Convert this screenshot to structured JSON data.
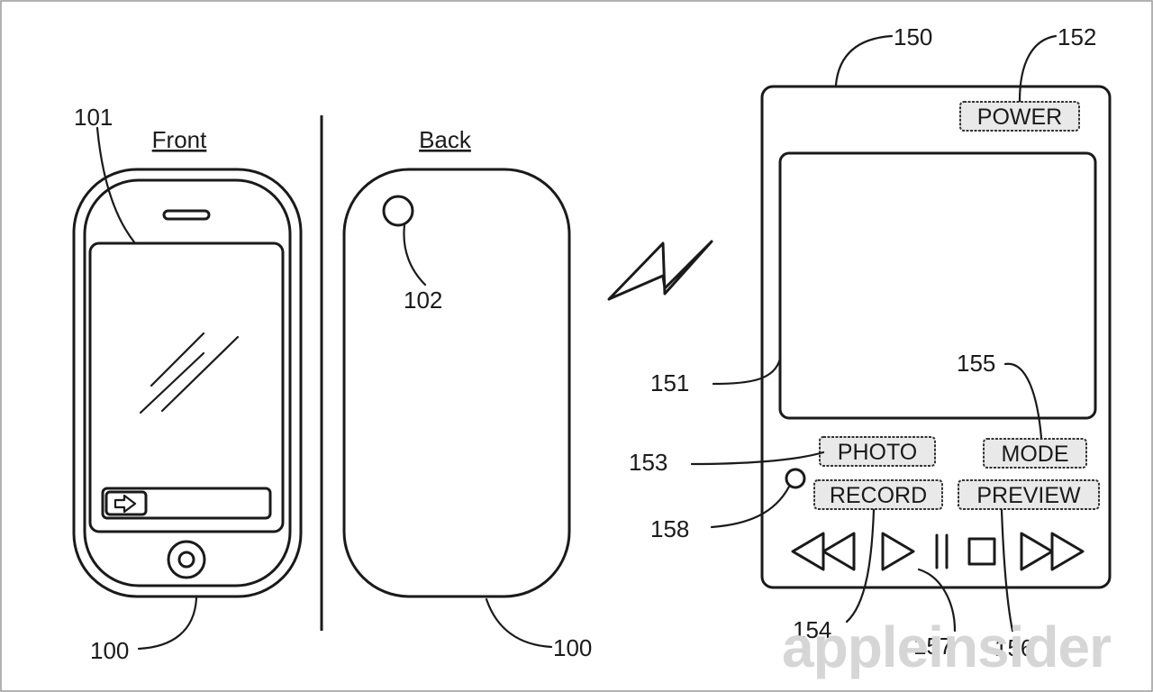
{
  "headings": {
    "front": "Front",
    "back": "Back"
  },
  "refs": {
    "r100_front": "100",
    "r100_back": "100",
    "r101": "101",
    "r102": "102",
    "r150": "150",
    "r151": "151",
    "r152": "152",
    "r153": "153",
    "r154": "154",
    "r155": "155",
    "r156": "156",
    "r157": "157",
    "r158": "158"
  },
  "remote": {
    "power_label": "POWER",
    "photo_label": "PHOTO",
    "mode_label": "MODE",
    "record_label": "RECORD",
    "preview_label": "PREVIEW"
  },
  "watermark": "appleinsider",
  "icons": {
    "phone_unlock": "arrow-right-icon",
    "link": "lightning-bolt-icon",
    "transport": [
      "rewind-icon",
      "play-icon",
      "pause-icon",
      "stop-icon",
      "fast-forward-icon"
    ]
  }
}
